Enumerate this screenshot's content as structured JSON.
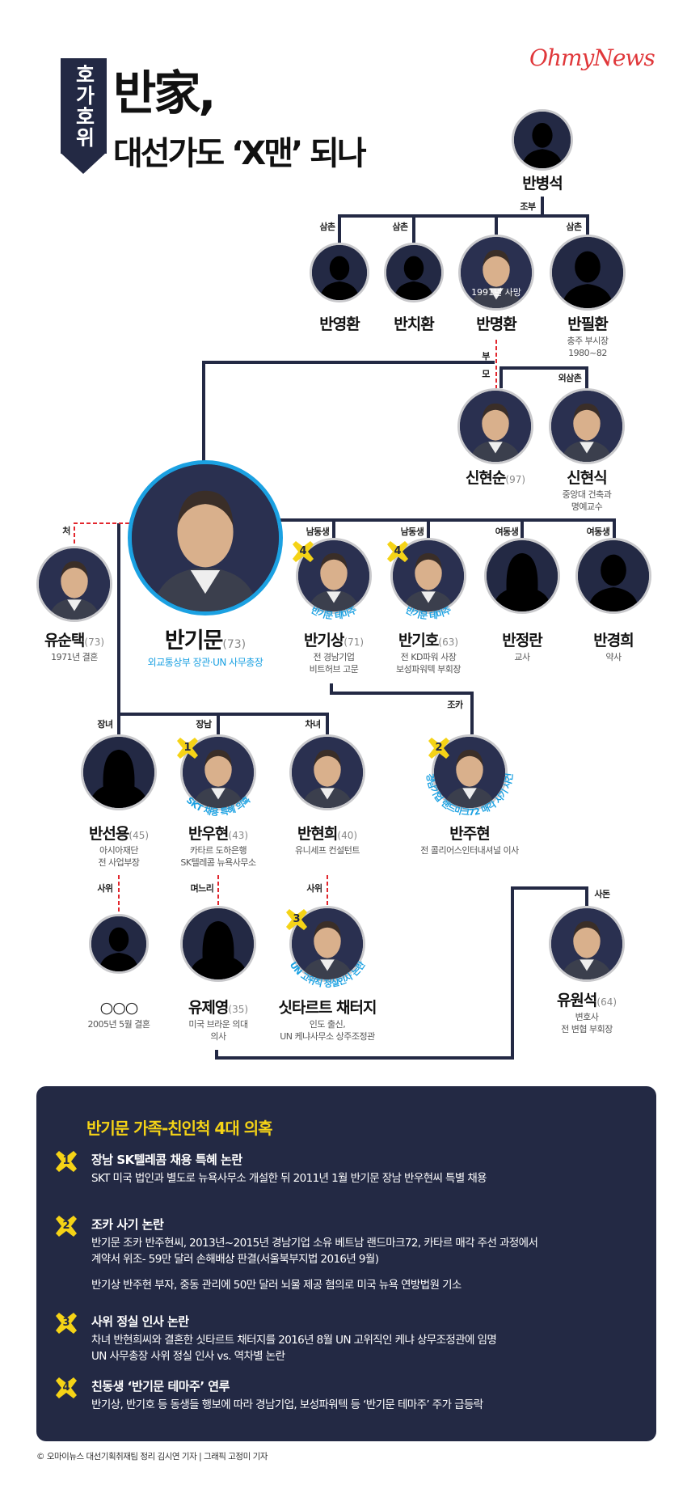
{
  "header": {
    "badge": "호가호위",
    "title_line1": "반家,",
    "title_line2": "대선가도 ‘X맨’ 되나",
    "logo": "OhmyNews"
  },
  "colors": {
    "navy": "#232944",
    "accent_blue": "#1ba1e2",
    "highlight_yellow": "#f5d316",
    "dashed_red": "#e2272e",
    "logo_red": "#e0373a"
  },
  "relations": [
    "조부",
    "삼촌",
    "삼촌",
    "삼촌",
    "부",
    "모",
    "외삼촌",
    "처",
    "남동생",
    "남동생",
    "여동생",
    "여동생",
    "조카",
    "장녀",
    "장남",
    "차녀",
    "사위",
    "며느리",
    "사위",
    "사돈"
  ],
  "people": {
    "bbs": {
      "name": "반병석",
      "photo": "silhouette-icon"
    },
    "yh": {
      "name": "반영환",
      "photo": "silhouette-icon"
    },
    "ch": {
      "name": "반치환",
      "photo": "silhouette-icon"
    },
    "mh": {
      "name": "반명환",
      "photo": "photo",
      "overlay": "1991년 사망"
    },
    "ph": {
      "name": "반필환",
      "photo": "silhouette-icon",
      "subs": [
        "충주 부시장",
        "1980~82"
      ]
    },
    "hs": {
      "name": "신현순",
      "age": "(97)",
      "photo": "photo"
    },
    "hsk": {
      "name": "신현식",
      "photo": "photo",
      "subs": [
        "중앙대 건축과",
        "명예교수"
      ]
    },
    "bkm": {
      "name": "반기문",
      "age": "(73)",
      "photo": "photo",
      "subs": [
        "외교통상부 장관·UN 사무총장"
      ]
    },
    "yst": {
      "name": "유순택",
      "age": "(73)",
      "photo": "photo",
      "subs": [
        "1971년 결혼"
      ]
    },
    "bks": {
      "name": "반기상",
      "age": "(71)",
      "photo": "photo",
      "badge": "4",
      "tag": "반기문 테마주",
      "subs": [
        "전 경남기업",
        "비트허브 고문"
      ]
    },
    "bkh": {
      "name": "반기호",
      "age": "(63)",
      "photo": "photo",
      "badge": "4",
      "tag": "반기문 테마주",
      "subs": [
        "전 KD파워 사장",
        "보성파워텍 부회장"
      ]
    },
    "jr": {
      "name": "반정란",
      "photo": "female-silhouette-icon",
      "subs": [
        "교사"
      ]
    },
    "kh": {
      "name": "반경희",
      "photo": "silhouette-icon",
      "subs": [
        "약사"
      ]
    },
    "sy": {
      "name": "반선용",
      "age": "(45)",
      "photo": "female-silhouette-icon",
      "subs": [
        "아시아재단",
        "전 사업부장"
      ]
    },
    "wh": {
      "name": "반우현",
      "age": "(43)",
      "photo": "photo",
      "badge": "1",
      "tag": "SKT 채용 특혜 의혹",
      "subs": [
        "카타르 도하은행",
        "SK텔레콤 뉴욕사무소"
      ]
    },
    "hh": {
      "name": "반현희",
      "age": "(40)",
      "photo": "photo",
      "subs": [
        "유니세프 컨설턴트"
      ]
    },
    "jh": {
      "name": "반주현",
      "photo": "photo",
      "badge": "2",
      "tag": "경남기업 랜드마크72 매각 사기 사건",
      "subs": [
        "전 콜리어스인터내셔널 이사"
      ]
    },
    "ooo": {
      "name": "○○○",
      "photo": "silhouette-icon",
      "subs": [
        "2005년 5월 결혼"
      ]
    },
    "jy": {
      "name": "유제영",
      "age": "(35)",
      "photo": "female-silhouette-icon",
      "subs": [
        "미국 브라운 의대",
        "의사"
      ]
    },
    "st": {
      "name": "싯타르트 채터지",
      "photo": "photo",
      "badge": "3",
      "tag": "UN 고위직 정실인사 논란",
      "subs": [
        "인도 출신,",
        "UN 케냐사무소 상주조정관"
      ]
    },
    "ws": {
      "name": "유원석",
      "age": "(64)",
      "photo": "photo",
      "subs": [
        "변호사",
        "전 변협 부회장"
      ]
    }
  },
  "panel": {
    "title": "반기문 가족-친인척 4대 의혹",
    "items": [
      {
        "num": "1",
        "title": "장남 SK텔레콤 채용 특혜 논란",
        "desc": [
          "SKT 미국 법인과 별도로 뉴욕사무소 개설한 뒤 2011년 1월 반기문 장남 반우현씨 특별 채용"
        ]
      },
      {
        "num": "2",
        "title": "조카 사기 논란",
        "desc": [
          "반기문 조카 반주현씨, 2013년~2015년 경남기업 소유 베트남 랜드마크72, 카타르 매각 주선 과정에서",
          "계약서 위조- 59만 달러 손해배상 판결(서울북부지법 2016년 9월)",
          "반기상 반주현 부자, 중동 관리에 50만 달러 뇌물 제공 혐의로 미국 뉴욕 연방법원 기소"
        ]
      },
      {
        "num": "3",
        "title": "사위 정실 인사 논란",
        "desc": [
          "차녀 반현희씨와 결혼한 싯타르트 채터지를 2016년 8월 UN 고위직인 케냐 상무조정관에 임명",
          "UN 사무총장 사위 정실 인사 vs. 역차별 논란"
        ]
      },
      {
        "num": "4",
        "title": "친동생 ‘반기문 테마주’ 연루",
        "desc": [
          "반기상, 반기호 등 동생들 행보에 따라 경남기업, 보성파워텍 등 ‘반기문 테마주’ 주가 급등락"
        ]
      }
    ]
  },
  "footer": "© 오마이뉴스 대선기획취재팀  정리 김시연 기자 | 그래픽 고정미 기자"
}
